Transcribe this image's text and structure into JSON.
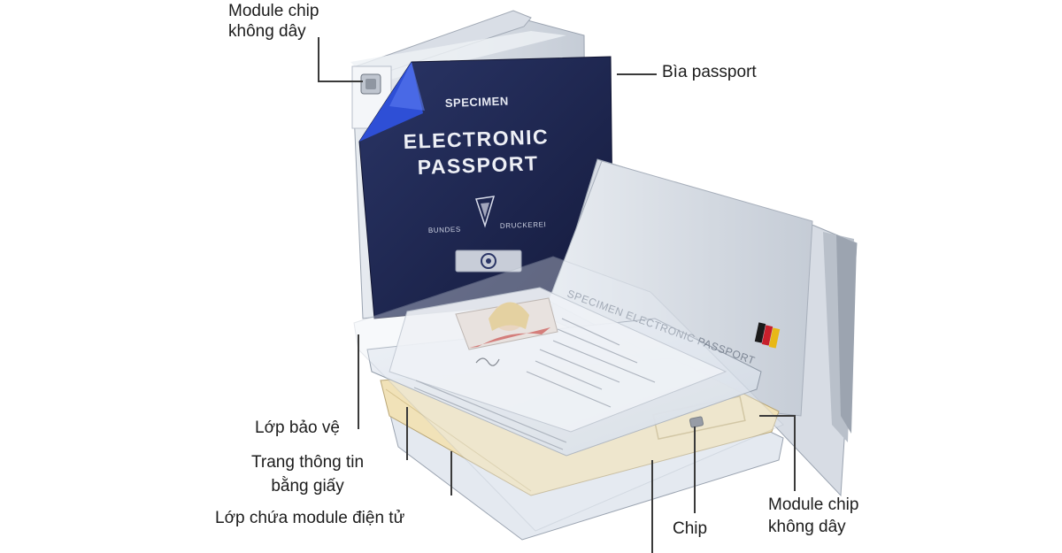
{
  "labels": {
    "chip_module_top": [
      "Module chip",
      "không dây"
    ],
    "cover": "Bìa passport",
    "protective_layer": "Lớp bảo vệ",
    "paper_info_page": [
      "Trang thông tin",
      "bằng giấy"
    ],
    "electronic_module_layer": "Lớp chứa module điện tử",
    "chip": "Chip",
    "chip_module_bottom": [
      "Module chip",
      "không dây"
    ]
  },
  "passport_cover": {
    "specimen": "SPECIMEN",
    "title_line1": "ELECTRONIC",
    "title_line2": "PASSPORT",
    "issuer_left": "BUNDES",
    "issuer_right": "DRUCKEREI"
  },
  "data_page": {
    "header": "SPECIMEN ELECTRONIC PASSPORT"
  },
  "colors": {
    "cover": "#1c2550",
    "cover_corner": "#2e4fd6",
    "paper_layer": "#f1e2b8",
    "film_layer": "#dfe5ee",
    "leader_line": "#3a3a3a"
  }
}
